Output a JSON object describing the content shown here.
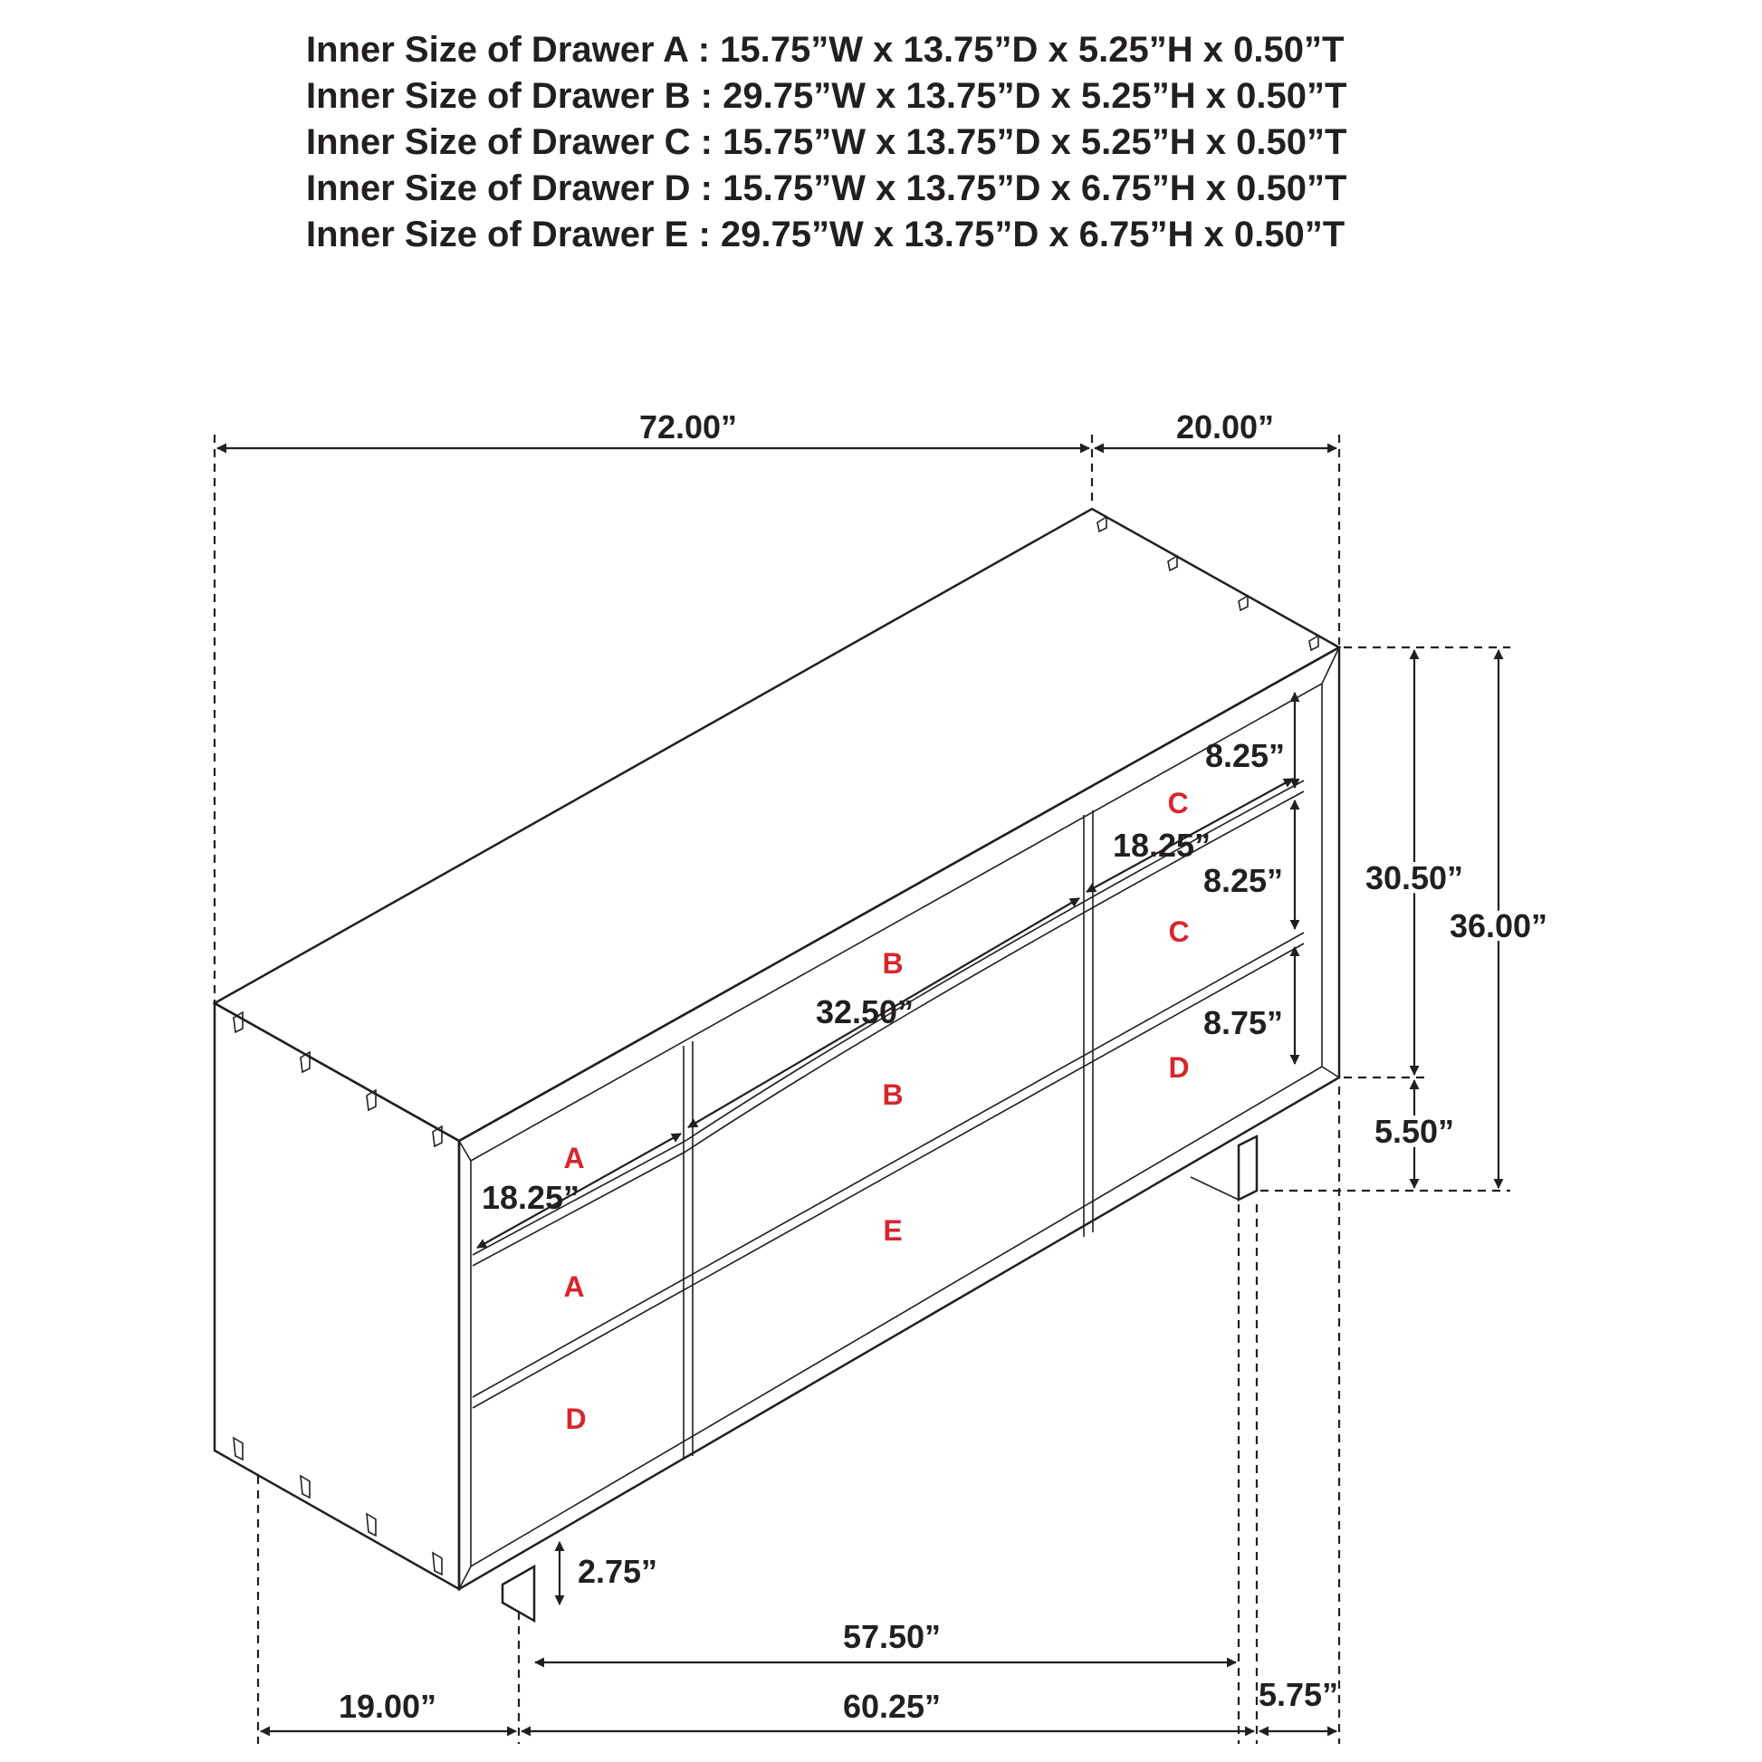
{
  "specs": [
    "Inner Size of Drawer A : 15.75”W x 13.75”D x 5.25”H x 0.50”T",
    "Inner Size of Drawer B : 29.75”W x 13.75”D x 5.25”H x 0.50”T",
    "Inner Size of Drawer C : 15.75”W x 13.75”D x 5.25”H x 0.50”T",
    "Inner Size of Drawer D : 15.75”W x 13.75”D x 6.75”H x 0.50”T",
    "Inner Size of Drawer E : 29.75”W x 13.75”D x 6.75”H x 0.50”T"
  ],
  "dimensions": {
    "overall_width": "72.00”",
    "overall_depth": "20.00”",
    "case_height": "30.50”",
    "overall_height": "36.00”",
    "leg_clearance": "5.50”",
    "top_row_height": "8.25”",
    "middle_row_height": "8.25”",
    "bottom_row_height": "8.75”",
    "side_drawer_width_right": "18.25”",
    "center_drawer_width": "32.50”",
    "side_drawer_width_left": "18.25”",
    "plinth_height": "2.75”",
    "inner_leg_span": "57.50”",
    "outer_leg_span": "60.25”",
    "leg_setback_side": "19.00”",
    "leg_setback_back": "5.75”"
  },
  "drawer_labels": {
    "a_top": "A",
    "a_mid": "A",
    "b_top": "B",
    "b_mid": "B",
    "c_top": "C",
    "c_mid": "C",
    "d_left": "D",
    "d_right": "D",
    "e": "E"
  },
  "colors": {
    "line": "#231f20",
    "label": "#d7262e"
  }
}
